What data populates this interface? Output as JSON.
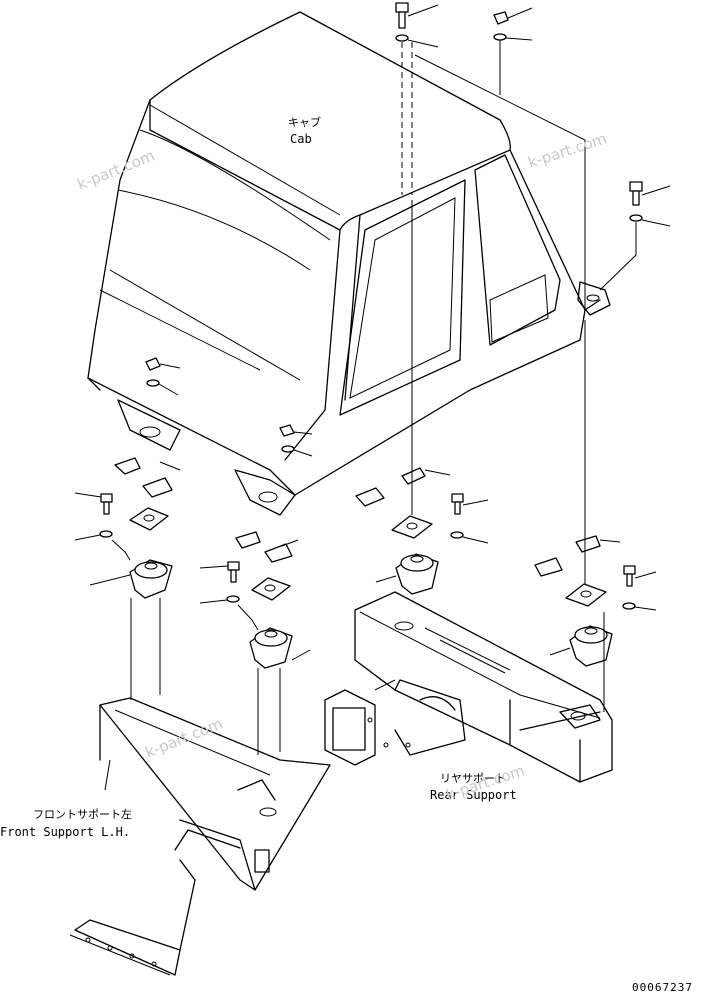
{
  "labels": {
    "cab_jp": "キャブ",
    "cab_en": "Cab",
    "front_support_jp": "フロントサポート左",
    "front_support_en": "Front Support L.H.",
    "rear_support_jp": "リヤサポート",
    "rear_support_en": "Rear Support"
  },
  "watermarks": [
    "k-part.com",
    "k-part.com",
    "k-part.com",
    "k-part.com"
  ],
  "drawing_code": "00067237"
}
